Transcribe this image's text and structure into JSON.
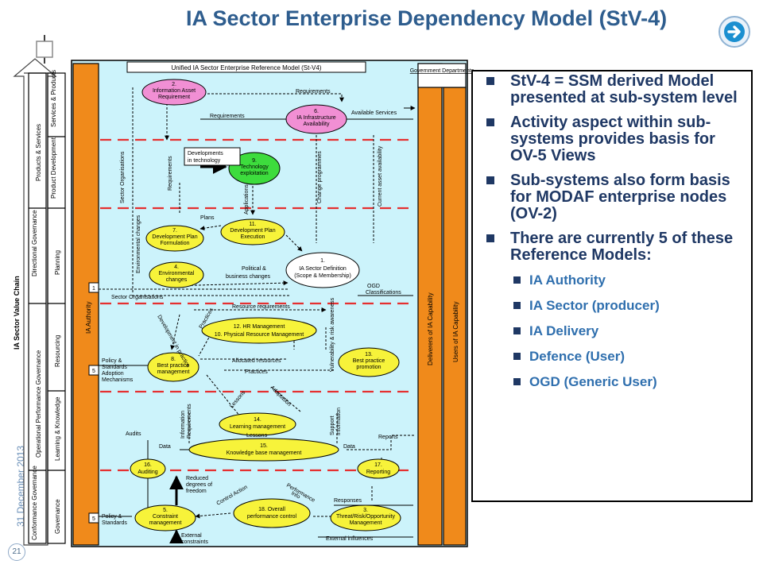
{
  "title": "IA Sector Enterprise Dependency Model (StV-4)",
  "date": "31 December 2013",
  "page_number": "21",
  "icons": {
    "next": "arrow-right-circle-icon"
  },
  "diagram": {
    "header": "Unified IA Sector Enterprise Reference Model (St-V4)",
    "value_chain": "IA Sector Value Chain",
    "govt_departments": "Government Departments",
    "ia_authority": "IA Authority",
    "deliverers": "Deliverers of IA Capability",
    "users": "Users of IA Capability",
    "col1": [
      "Products & Services",
      "Directional Governance",
      "Operational Performance Governance",
      "Conformance Governance"
    ],
    "col2": [
      "Services & Products",
      "Product Development",
      "Planning",
      "Resourcing",
      "Learning & Knowledge",
      "Governance"
    ],
    "nodes": {
      "n2": [
        "2.",
        "Information Asset",
        "Requirement"
      ],
      "n6": [
        "6.",
        "IA Infrastructure",
        "Availability"
      ],
      "n9": [
        "9.",
        "Technology",
        "exploitation"
      ],
      "n7": [
        "7.",
        "Development Plan",
        "Formulation"
      ],
      "n11": [
        "11.",
        "Development Plan",
        "Execution"
      ],
      "n4": [
        "4.",
        "Environmental",
        "changes"
      ],
      "n1": [
        "1.",
        "IA Sector Definition",
        "(Scope & Membership)"
      ],
      "n12": [
        "12. HR Management",
        "10. Physical Resource Management"
      ],
      "n8": [
        "8.",
        "Best practice",
        "management"
      ],
      "n13": [
        "13.",
        "Best practice",
        "promotion"
      ],
      "n14": [
        "14.",
        "Learning management"
      ],
      "n15": [
        "15.",
        "Knowledge base management"
      ],
      "n16": [
        "16.",
        "Auditing"
      ],
      "n17": [
        "17.",
        "Reporting"
      ],
      "n5": [
        "5.",
        "Constraint",
        "management"
      ],
      "n18": [
        "18. Overall",
        "performance control"
      ],
      "n3": [
        "3.",
        "Threat/Risk/Opportunity",
        "Management"
      ]
    },
    "labels": {
      "requirements": "Requirements",
      "available_services": "Available Services",
      "dev_in_tech": [
        "Developments",
        "in technology"
      ],
      "sector_orgs": "Sector Organisations",
      "applications": "Applications",
      "change_programmes": "Change programmes",
      "current_asset": "Current asset availability",
      "plans": "Plans",
      "env_changes": "Environmental changes",
      "pol_bus": [
        "Political &",
        "business changes"
      ],
      "ogd_class": [
        "OGD",
        "Classifications"
      ],
      "resource_req": "Resource requirements",
      "development_practice": "Development in practice",
      "practices": "Practices",
      "allocated": "Allocated resources",
      "vulnerability": "Vulnerability & risk awareness",
      "policy": [
        "Policy &",
        "Standards",
        "Adoption",
        "Mechanisms"
      ],
      "lessons": "Lessons",
      "adaptation": "Adaptation",
      "info_req": [
        "Information",
        "Requirements"
      ],
      "support_info": [
        "Support",
        "Information"
      ],
      "audits": "Audits",
      "reports": "Reports",
      "data": "Data",
      "reduced": [
        "Reduced",
        "degrees of",
        "freedom"
      ],
      "control_action": "Control Action",
      "perf_info": [
        "Performance",
        "Info"
      ],
      "responses": "Responses",
      "policy2": [
        "Policy &",
        "Standards"
      ],
      "ext_constraints": [
        "External",
        "constraints"
      ],
      "ext_influences": "External influences",
      "marker_one": "1",
      "marker_five": "5"
    }
  },
  "bullets": [
    {
      "text": "StV-4 = SSM derived Model presented at sub-system level",
      "level": 1
    },
    {
      "text": "Activity aspect within sub-systems provides basis for OV-5 Views",
      "level": 1
    },
    {
      "text": "Sub-systems also form basis for MODAF enterprise nodes (OV-2)",
      "level": 1
    },
    {
      "text": "There are currently 5 of these Reference Models:",
      "level": 1
    },
    {
      "text": "IA Authority",
      "level": 2
    },
    {
      "text": "IA Sector (producer)",
      "level": 2
    },
    {
      "text": "IA Delivery",
      "level": 2
    },
    {
      "text": "Defence (User)",
      "level": 2
    },
    {
      "text": "OGD (Generic User)",
      "level": 2
    }
  ]
}
